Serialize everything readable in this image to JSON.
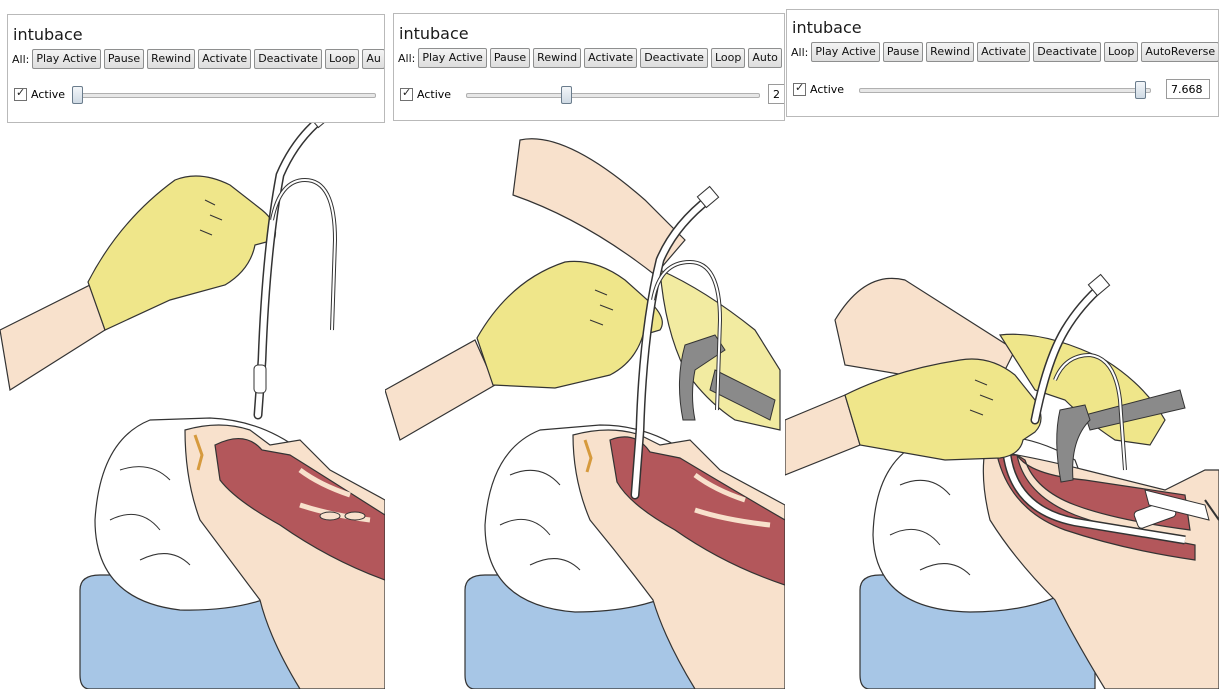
{
  "panels": [
    {
      "title": "intubace",
      "all_label": "All:",
      "buttons": [
        "Play Active",
        "Pause",
        "Rewind",
        "Activate",
        "Deactivate",
        "Loop",
        "Au"
      ],
      "active_label": "Active",
      "slider_value": 0
    },
    {
      "title": "intubace",
      "all_label": "All:",
      "buttons": [
        "Play Active",
        "Pause",
        "Rewind",
        "Activate",
        "Deactivate",
        "Loop",
        "Auto"
      ],
      "active_label": "Active",
      "slider_value": 0.35,
      "number_text": "2"
    },
    {
      "title": "intubace",
      "all_label": "All:",
      "buttons": [
        "Play Active",
        "Pause",
        "Rewind",
        "Activate",
        "Deactivate",
        "Loop",
        "AutoReverse"
      ],
      "active_label": "Active",
      "slider_value": 0.97,
      "number_text": "7.668"
    }
  ],
  "colors": {
    "glove": "#efe68a",
    "skin": "#f8e1cc",
    "airway": "#b3575b",
    "pillow": "#a7c6e6",
    "tube": "#ffffff",
    "blade": "#8a8a8a"
  }
}
